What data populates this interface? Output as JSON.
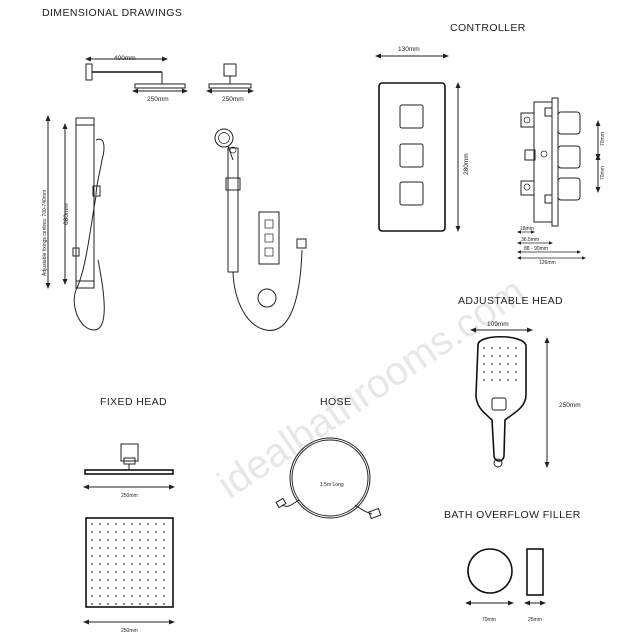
{
  "watermark": "idealbathrooms.com",
  "sections": {
    "dimensional_drawings": "DIMENSIONAL DRAWINGS",
    "controller": "CONTROLLER",
    "adjustable_head": "ADJUSTABLE HEAD",
    "fixed_head": "FIXED HEAD",
    "hose": "HOSE",
    "bath_overflow_filler": "BATH OVERFLOW FILLER"
  },
  "dimensions": {
    "arm_length": "400mm",
    "head_width_side": "250mm",
    "head_width_front": "250mm",
    "rail_height": "680mm",
    "rail_adjustable": "Adjustable fixings centres: 700-740mm",
    "controller_width": "130mm",
    "controller_height": "280mm",
    "side_70_top": "70mm",
    "side_70_bottom": "70mm",
    "side_18": "18mm",
    "side_36": "36.5mm",
    "side_range": "88 - 90mm",
    "side_126": "126mm",
    "adjustable_head_width": "109mm",
    "adjustable_head_height": "250mm",
    "fixed_head_plan": "250mm",
    "fixed_head_face": "250mm",
    "hose_length": "1.5m Long",
    "filler_diameter": "70mm",
    "filler_depth": "25mm"
  }
}
